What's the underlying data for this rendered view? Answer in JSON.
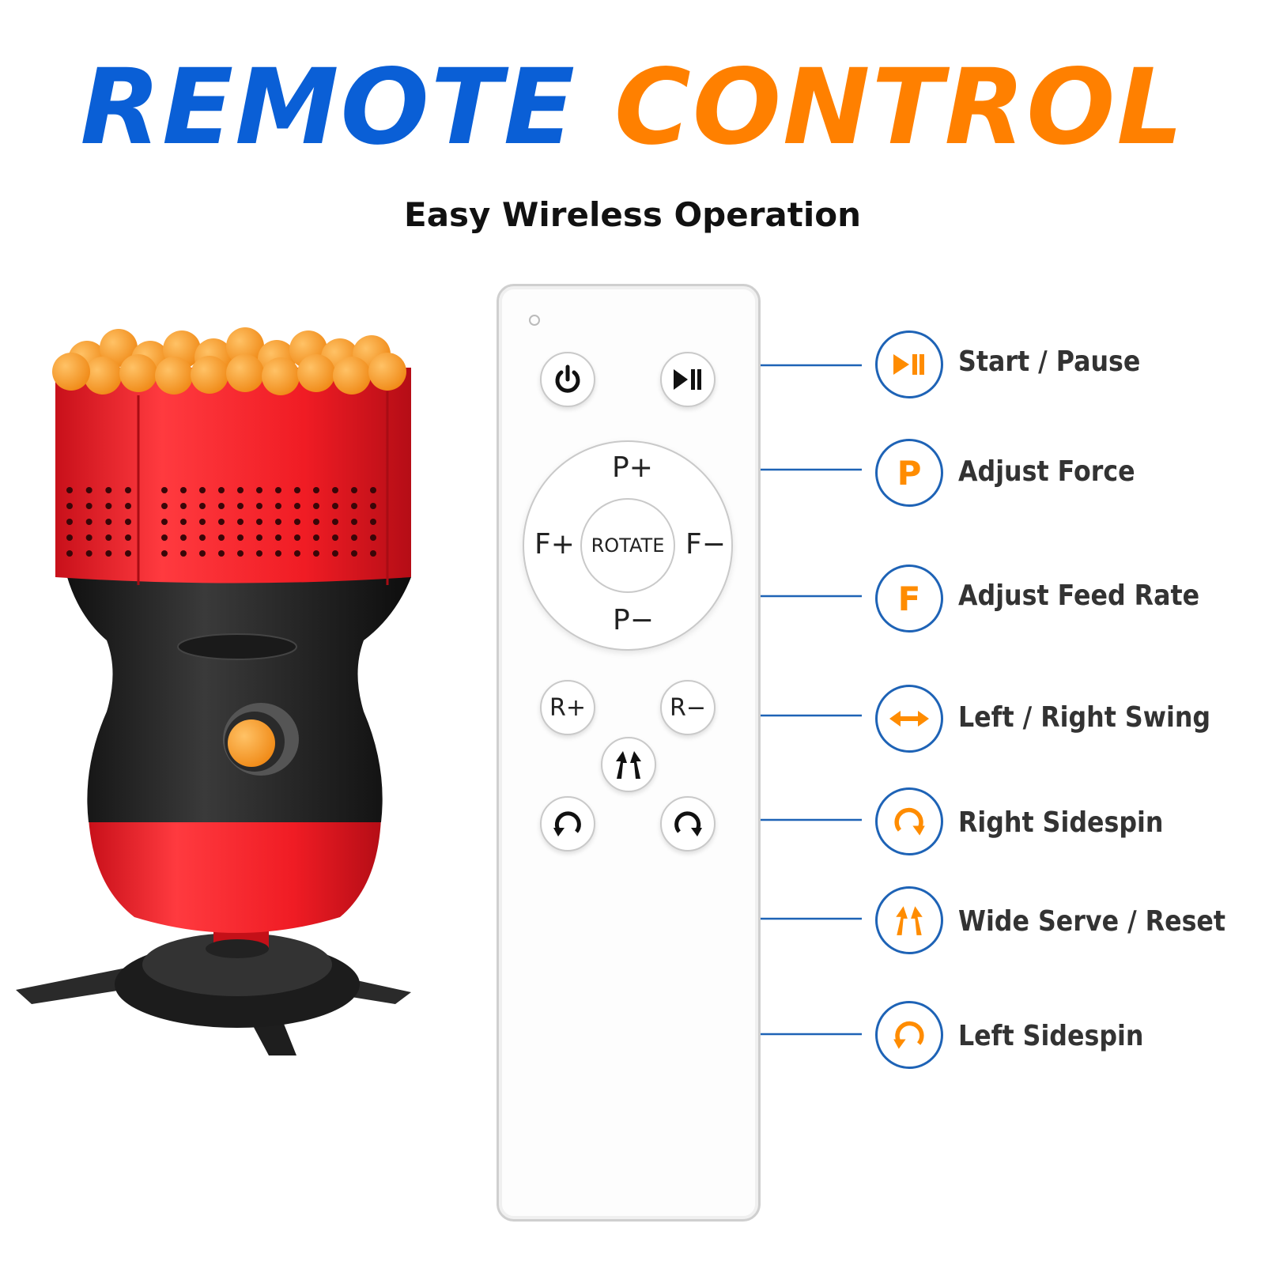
{
  "header": {
    "title_part1": "REMOTE",
    "title_part2": "CONTROL",
    "subtitle": "Easy Wireless Operation"
  },
  "colors": {
    "blue": "#0a5fd6",
    "orange": "#ff8000",
    "line": "#1e63b6",
    "machine_red": "#f01c24"
  },
  "remote": {
    "power_icon": "power-icon",
    "start_pause_icon": "play-pause-icon",
    "pad": {
      "top": "P+",
      "bottom": "P−",
      "left": "F+",
      "right": "F−",
      "center": "ROTATE"
    },
    "r_plus": "R+",
    "r_minus": "R−",
    "wide_serve_icon": "up-arrows-icon",
    "left_spin_icon": "counterclockwise-arrow-icon",
    "right_spin_icon": "clockwise-arrow-icon"
  },
  "legend": [
    {
      "icon": "play-pause-icon",
      "label": "Start / Pause"
    },
    {
      "icon": "P",
      "label": "Adjust Force"
    },
    {
      "icon": "F",
      "label": "Adjust Feed Rate"
    },
    {
      "icon": "left-right-arrow-icon",
      "label": "Left / Right Swing"
    },
    {
      "icon": "clockwise-arrow-icon",
      "label": "Right Sidespin"
    },
    {
      "icon": "up-arrows-icon",
      "label": "Wide Serve / Reset"
    },
    {
      "icon": "counterclockwise-arrow-icon",
      "label": "Left Sidespin"
    }
  ]
}
